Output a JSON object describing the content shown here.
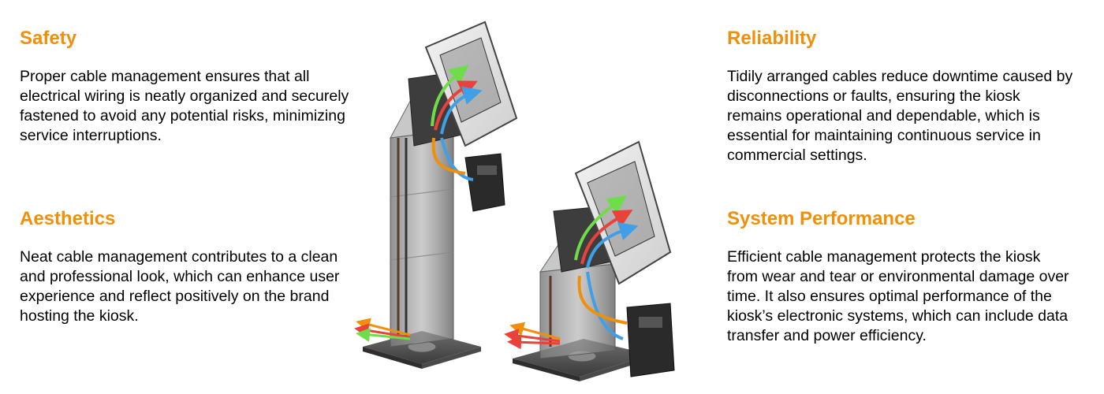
{
  "accent_color": "#f0900a",
  "sections": {
    "safety": {
      "title": "Safety",
      "body": "Proper cable management ensures that all electrical wiring is neatly organized and securely fastened to avoid any potential risks, minimizing service interruptions."
    },
    "aesthetics": {
      "title": "Aesthetics",
      "body": "Neat cable management contributes to a clean and professional look, which can enhance user experience and reflect positively on the brand hosting the kiosk."
    },
    "reliability": {
      "title": "Reliability",
      "body": "Tidily arranged cables reduce downtime caused by disconnections or faults, ensuring the kiosk remains operational and dependable, which is essential for maintaining continuous service in commercial settings."
    },
    "performance": {
      "title": "System  Performance",
      "body": "Efficient cable management protects the kiosk from wear and tear or environmental damage over time. It also ensures optimal performance of the kiosk’s electronic systems, which can include data transfer and power efficiency."
    }
  },
  "cable_colors": {
    "green": "#6fdc4a",
    "red": "#e8423a",
    "blue": "#3fa0e8",
    "orange": "#f0900a",
    "dark": "#5a3b2a"
  }
}
